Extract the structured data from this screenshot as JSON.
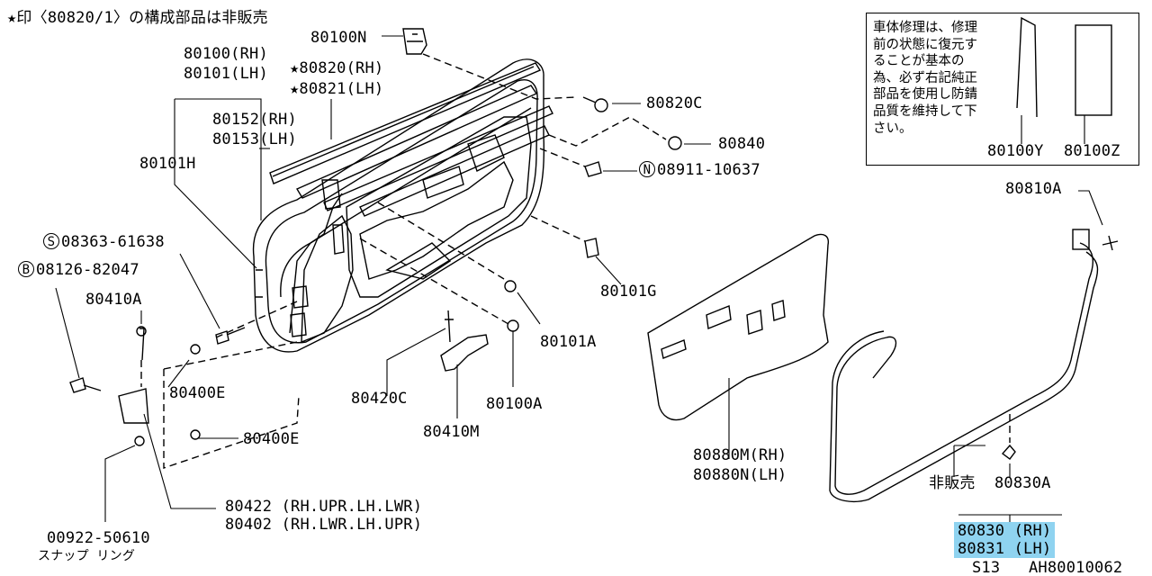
{
  "header_note": "★印〈80820/1〉の構成部品は非販売",
  "note_box": {
    "text": "車体修理は、修理前の状態に復元することが基本の為、必ず右記純正部品を使用し防錆品質を維持して下さい。",
    "product_labels": [
      "80100Y",
      "80100Z"
    ]
  },
  "part_labels": {
    "p80100N": "80100N",
    "p80100RH": "80100(RH)",
    "p80101LH": "80101(LH)",
    "p80820": "★80820(RH)",
    "p80821": "★80821(LH)",
    "p80152": "80152(RH)",
    "p80153": "80153(LH)",
    "p80101H": "80101H",
    "p80820C": "80820C",
    "p80840": "80840",
    "p08911_letter": "N",
    "p08911": "08911-10637",
    "p08363_letter": "S",
    "p08363": "08363-61638",
    "p08126_letter": "B",
    "p08126": "08126-82047",
    "p80410A": "80410A",
    "p80101G": "80101G",
    "p80101A": "80101A",
    "p80400E_1": "80400E",
    "p80400E_2": "80400E",
    "p80420C": "80420C",
    "p80100A": "80100A",
    "p80410M": "80410M",
    "p80880M": "80880M(RH)",
    "p80880N": "80880N(LH)",
    "p80810A": "80810A",
    "p_hihanbai": "非販売",
    "p80830A": "80830A",
    "p80830": "80830 (RH)",
    "p80831": "80831 (LH)",
    "p80422": "80422 (RH.UPR.LH.LWR)",
    "p80402": "80402 (RH.LWR.LH.UPR)",
    "p00922": "00922-50610",
    "p00922_sub": "スナップ リング"
  },
  "footer": {
    "model": "S13",
    "code": "AH80010062"
  },
  "highlight_color": "#8fd3f0"
}
